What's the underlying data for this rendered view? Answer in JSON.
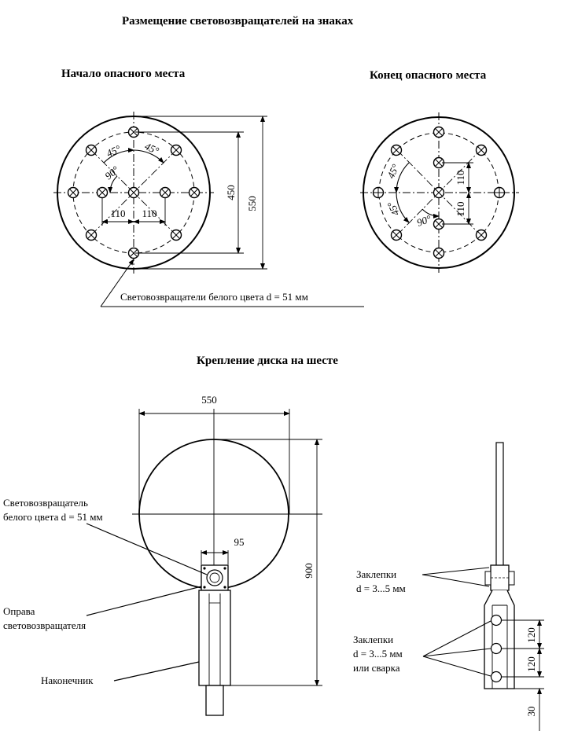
{
  "titles": {
    "main": "Размещение световозвращателей на знаках",
    "start": "Начало опасного места",
    "end": "Конец опасного места",
    "mount": "Крепление диска на шесте"
  },
  "labels": {
    "reflectors_note": "Световозвращатели белого цвета d = 51 мм",
    "reflector_line1": "Световозвращатель",
    "reflector_line2": "белого цвета d = 51 мм",
    "frame_line1": "Оправа",
    "frame_line2": "световозвращателя",
    "tip": "Наконечник",
    "rivets1_line1": "Заклепки",
    "rivets1_line2": "d = 3...5 мм",
    "rivets2_line1": "Заклепки",
    "rivets2_line2": "d = 3...5 мм",
    "rivets2_line3": "или сварка"
  },
  "dimensions": {
    "d110_a": "110",
    "d110_b": "110",
    "d450": "450",
    "d550": "550",
    "d45_a": "45°",
    "d45_b": "45°",
    "d90": "90°",
    "end_110_a": "110",
    "end_110_b": "110",
    "end_45": "45°",
    "end_45_b": "45°",
    "end_90": "90°",
    "mount_550": "550",
    "mount_95": "95",
    "mount_900": "900",
    "pole_120_a": "120",
    "pole_120_b": "120",
    "pole_30": "30"
  }
}
